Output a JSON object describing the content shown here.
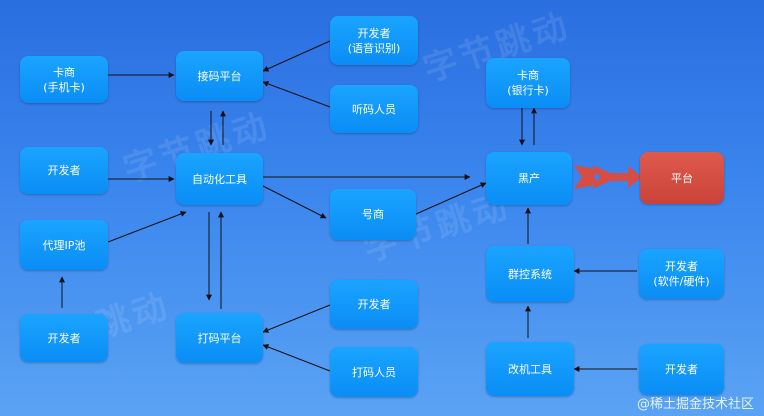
{
  "nodes": {
    "card_vendor_phone": {
      "line1": "卡商",
      "line2": "(手机卡)"
    },
    "dev_left_top": {
      "line1": "开发者"
    },
    "proxy_ip_pool": {
      "line1": "代理IP池"
    },
    "dev_left_bottom": {
      "line1": "开发者"
    },
    "code_receiving_platform": {
      "line1": "接码平台"
    },
    "automation_tool": {
      "line1": "自动化工具"
    },
    "captcha_platform": {
      "line1": "打码平台"
    },
    "dev_speech": {
      "line1": "开发者",
      "line2": "(语音识别)"
    },
    "listening_staff": {
      "line1": "听码人员"
    },
    "account_vendor": {
      "line1": "号商"
    },
    "dev_captcha": {
      "line1": "开发者"
    },
    "captcha_staff": {
      "line1": "打码人员"
    },
    "card_vendor_bank": {
      "line1": "卡商",
      "line2": "(银行卡)"
    },
    "black_industry": {
      "line1": "黑产"
    },
    "platform": {
      "line1": "平台"
    },
    "group_control": {
      "line1": "群控系统"
    },
    "device_mod_tool": {
      "line1": "改机工具"
    },
    "dev_hardware": {
      "line1": "开发者",
      "line2": "(软件/硬件)"
    },
    "dev_right_bottom": {
      "line1": "开发者"
    }
  },
  "watermark": {
    "lines": [
      "字节跳动",
      "字节跳动",
      "字节跳动",
      "字节跳动"
    ]
  },
  "footer": {
    "text": "@稀土掘金技术社区"
  },
  "colors": {
    "node": "#0a8df5",
    "platform": "#c9433a",
    "edge": "#111111"
  }
}
